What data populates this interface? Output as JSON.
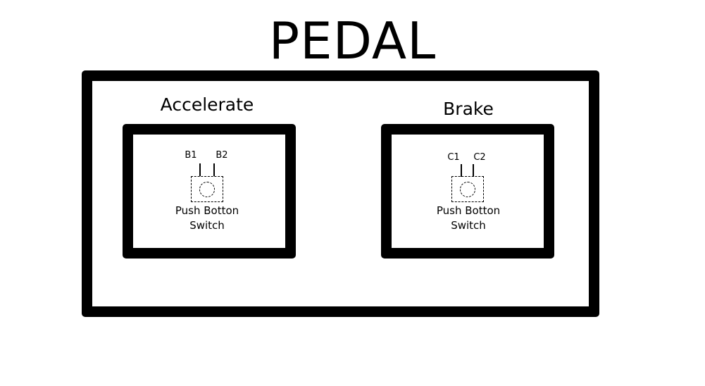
{
  "title": "PEDAL",
  "pedals": [
    {
      "name": "Accelerate",
      "pins": [
        "B1",
        "B2"
      ],
      "switch_line1": "Push Botton",
      "switch_line2": "Switch"
    },
    {
      "name": "Brake",
      "pins": [
        "C1",
        "C2"
      ],
      "switch_line1": "Push Botton",
      "switch_line2": "Switch"
    }
  ],
  "colors": {
    "stroke": "#000000",
    "background": "#ffffff"
  }
}
